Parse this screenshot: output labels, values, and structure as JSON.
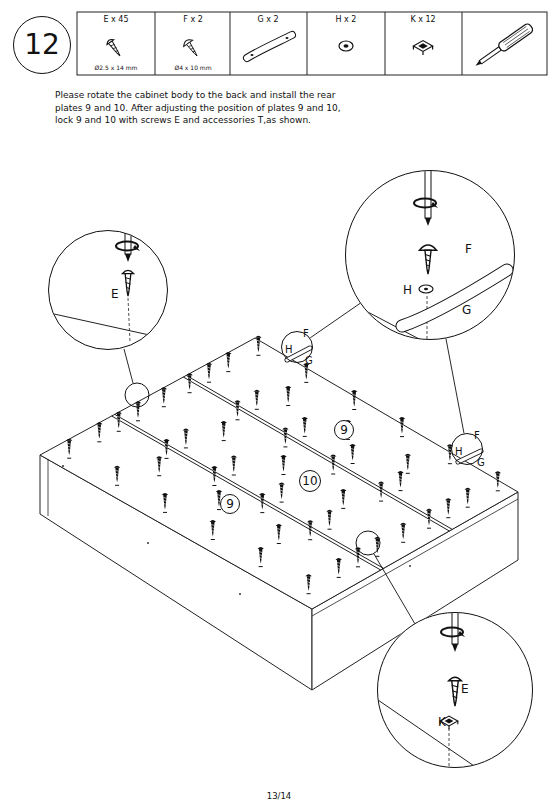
{
  "diagram": {
    "nodes": [
      {
        "text": [
          "12"
        ]
      },
      {
        "text": [
          "E"
        ]
      },
      {
        "text": [
          "F",
          "H",
          "G"
        ]
      },
      {
        "text": [
          "F",
          "H",
          "G"
        ]
      },
      {
        "text": [
          "9"
        ]
      },
      {
        "text": [
          "F",
          "H",
          "G"
        ]
      },
      {
        "text": [
          "10"
        ]
      },
      {
        "text": [
          "9"
        ]
      },
      {
        "text": [
          "E",
          "K"
        ]
      }
    ],
    "edges": [
      {
        "from": 3,
        "to": 2,
        "arrow": "none"
      },
      {
        "from": 5,
        "to": 2,
        "arrow": "none"
      }
    ],
    "labels": [
      "E x 45",
      "F x 2",
      "G x 2",
      "H x 2",
      "K x 12",
      "Ø2.5 x 14 mm",
      "Ø4 x 10 mm",
      "Please rotate the cabinet body to the back and install the rear plates 9 and 10. After adjusting the position of plates 9 and 10, lock 9 and 10 with screws E and accessories T,as shown.",
      "13/14"
    ]
  }
}
